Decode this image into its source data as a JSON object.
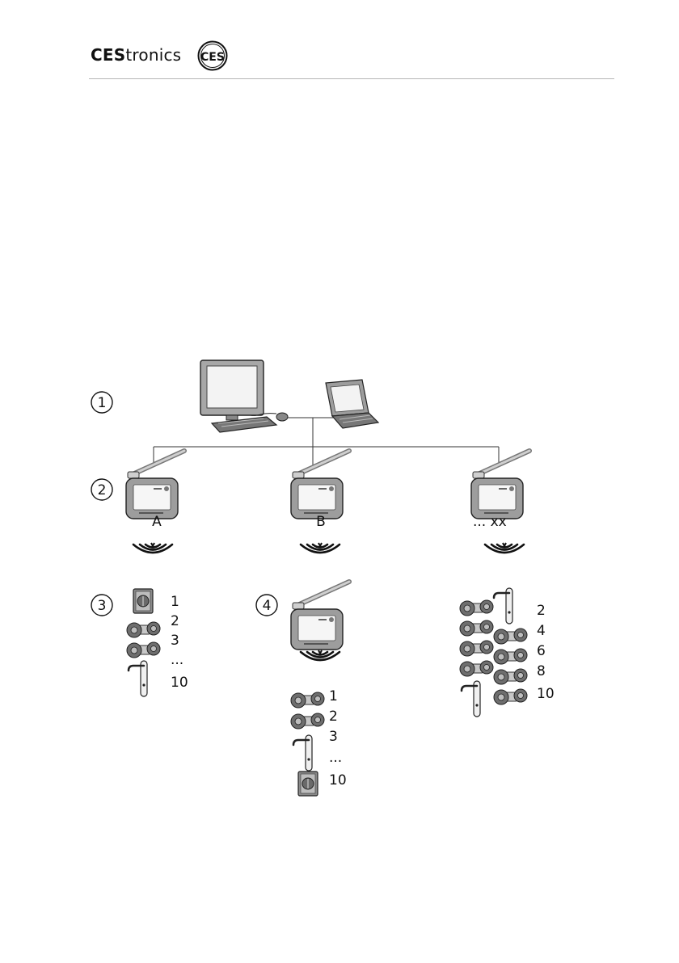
{
  "header": {
    "brand_bold": "CES",
    "brand_light": "tronics",
    "seal_text": "CES"
  },
  "diagram": {
    "markers": [
      "1",
      "2",
      "3",
      "4"
    ],
    "stations": {
      "a": "A",
      "b": "B",
      "xx": "... xx"
    },
    "list_a": [
      "1",
      "2",
      "3",
      "...",
      "10"
    ],
    "list_relay": [
      "1",
      "2",
      "3",
      "...",
      "10"
    ],
    "list_xx": [
      "2",
      "4",
      "6",
      "8",
      "10"
    ]
  }
}
